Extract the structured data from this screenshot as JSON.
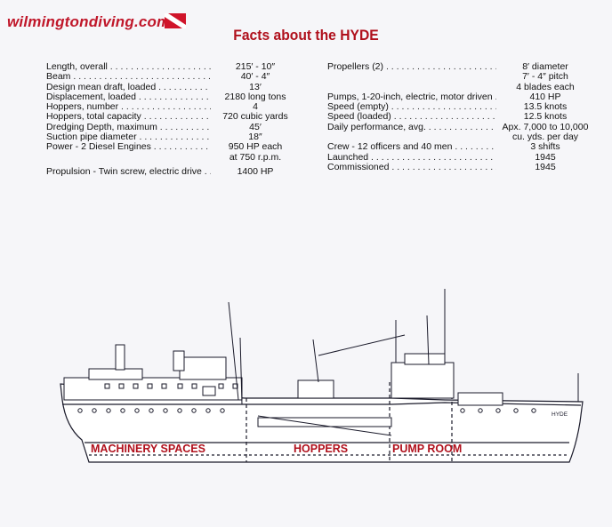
{
  "watermark": "wilmingtondiving.com",
  "title": "Facts about the HYDE",
  "left_facts": [
    {
      "label": "Length, overall",
      "value": "215′ - 10″"
    },
    {
      "label": "Beam",
      "value": "40′ - 4″"
    },
    {
      "label": "Design mean draft, loaded",
      "value": "13′"
    },
    {
      "label": "Displacement, loaded",
      "value": "2180 long tons"
    },
    {
      "label": "Hoppers, number",
      "value": "4"
    },
    {
      "label": "Hoppers, total capacity",
      "value": "720 cubic yards"
    },
    {
      "label": "Dredging Depth, maximum",
      "value": "45′"
    },
    {
      "label": "Suction pipe diameter",
      "value": "18″"
    },
    {
      "label": "Power - 2 Diesel Engines",
      "value": "950 HP each"
    },
    {
      "label": "",
      "value": "at 750 r.p.m."
    },
    {
      "label": "Propulsion - Twin screw, electric drive",
      "value": "1400 HP"
    }
  ],
  "right_facts": [
    {
      "label": "Propellers (2)",
      "value": "8′ diameter"
    },
    {
      "label": "",
      "value": "7′ - 4″ pitch"
    },
    {
      "label": "",
      "value": "4 blades each"
    },
    {
      "label": "Pumps, 1-20-inch, electric, motor driven",
      "value": "410 HP"
    },
    {
      "label": "Speed (empty)",
      "value": "13.5 knots"
    },
    {
      "label": "Speed (loaded)",
      "value": "12.5 knots"
    },
    {
      "label": "Daily performance, avg.",
      "value": "Apx. 7,000 to 10,000"
    },
    {
      "label": "",
      "value": "cu. yds. per day"
    },
    {
      "label": "Crew - 12 officers and 40 men",
      "value": "3 shifts"
    },
    {
      "label": "Launched",
      "value": "1945"
    },
    {
      "label": "Commissioned",
      "value": "1945"
    }
  ],
  "diagram": {
    "labels": {
      "machinery": "MACHINERY SPACES",
      "hoppers": "HOPPERS",
      "pump_room": "PUMP ROOM",
      "ship_name": "HYDE"
    },
    "label_color": "#b0101c",
    "line_color": "#1a1a2a"
  }
}
